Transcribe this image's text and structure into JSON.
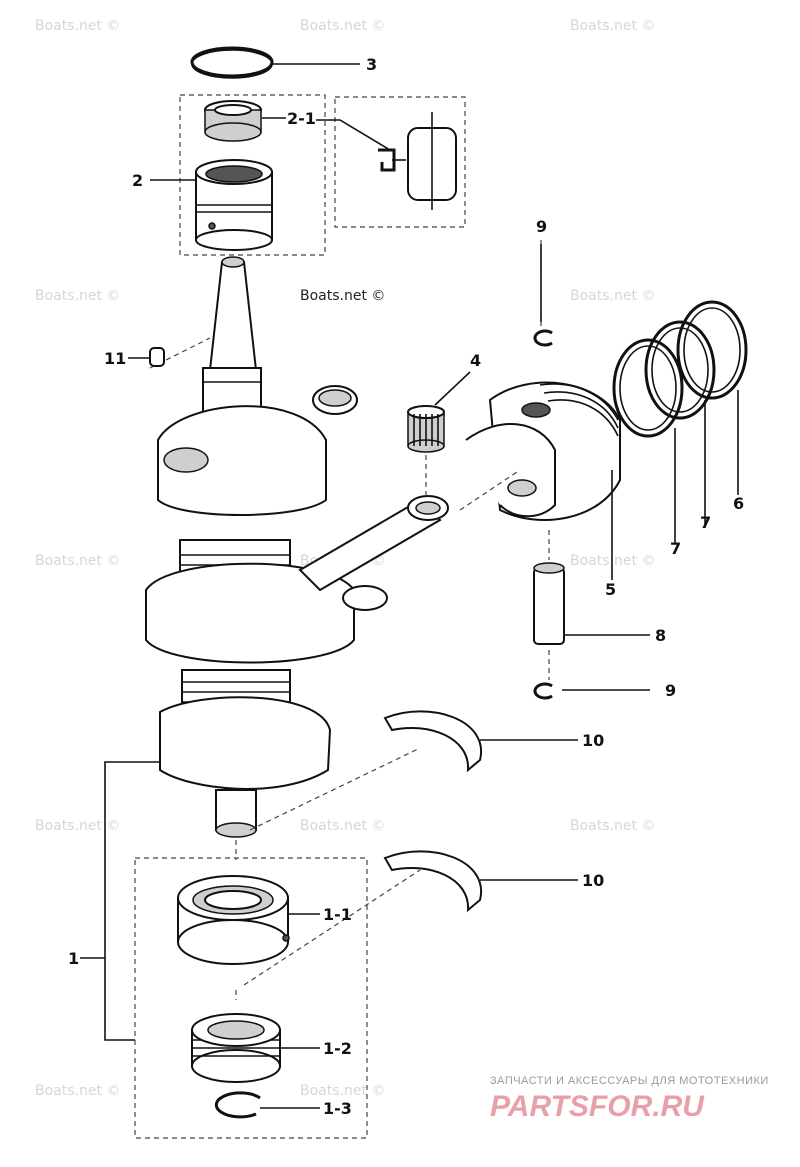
{
  "watermark": "Boats.net ©",
  "brand": {
    "tagline": "ЗАПЧАСТИ И АКСЕССУАРЫ ДЛЯ МОТОТЕХНИКИ",
    "logo": "PARTSFOR.RU"
  },
  "callouts": {
    "c1": "1",
    "c1_1": "1-1",
    "c1_2": "1-2",
    "c1_3": "1-3",
    "c2": "2",
    "c2_1": "2-1",
    "c3": "3",
    "c4": "4",
    "c5": "5",
    "c6": "6",
    "c7a": "7",
    "c7b": "7",
    "c8": "8",
    "c9a": "9",
    "c9b": "9",
    "c10a": "10",
    "c10b": "10",
    "c11": "11"
  }
}
